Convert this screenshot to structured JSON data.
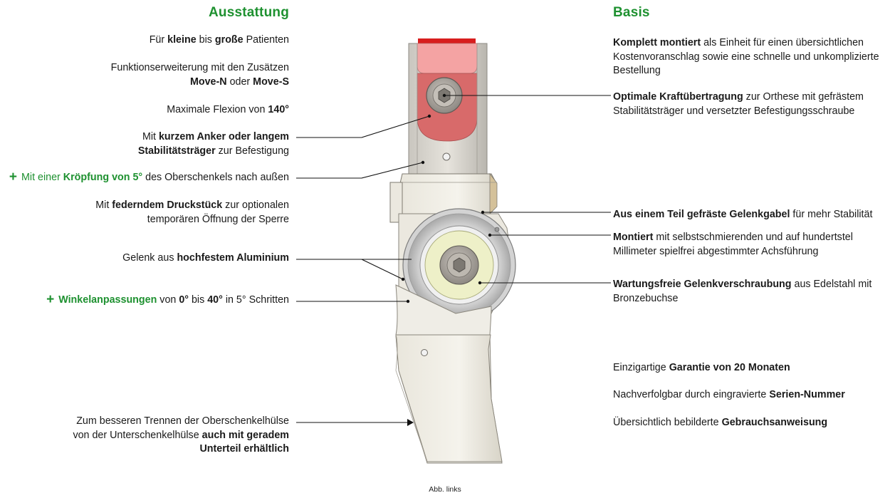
{
  "headings": {
    "left": "Ausstattung",
    "right": "Basis"
  },
  "left_annotations": [
    {
      "parts": [
        [
          "Für ",
          false
        ],
        [
          "kleine",
          true
        ],
        [
          " bis ",
          false
        ],
        [
          "große",
          true
        ],
        [
          " Patienten",
          false
        ]
      ]
    },
    {
      "parts": [
        [
          "Funktionserweiterung mit den Zusätzen ",
          false
        ],
        [
          "\n",
          false
        ],
        [
          "Move-N",
          true
        ],
        [
          " oder ",
          false
        ],
        [
          "Move-S",
          true
        ]
      ]
    },
    {
      "parts": [
        [
          "Maximale Flexion von ",
          false
        ],
        [
          "140°",
          true
        ]
      ]
    },
    {
      "parts": [
        [
          "Mit ",
          false
        ],
        [
          "kurzem Anker oder langem",
          true
        ],
        [
          "\n",
          false
        ],
        [
          "Stabilitätsträger",
          true
        ],
        [
          " zur Befestigung",
          false
        ]
      ]
    },
    {
      "plus": true,
      "parts": [
        [
          "Mit einer ",
          false,
          "green"
        ],
        [
          "Kröpfung von 5°",
          true,
          "green"
        ],
        [
          " des Oberschenkels nach außen",
          false
        ]
      ]
    },
    {
      "parts": [
        [
          "Mit ",
          false
        ],
        [
          "federndem Druckstück",
          true
        ],
        [
          " zur optionalen",
          false
        ],
        [
          "\n",
          false
        ],
        [
          "temporären Öffnung der Sperre",
          false
        ]
      ]
    },
    {
      "parts": [
        [
          "Gelenk aus ",
          false
        ],
        [
          "hochfestem Aluminium",
          true
        ]
      ]
    },
    {
      "plus": true,
      "parts": [
        [
          "Winkelanpassungen",
          true,
          "green"
        ],
        [
          " von ",
          false
        ],
        [
          "0°",
          true
        ],
        [
          " bis ",
          false
        ],
        [
          "40°",
          true
        ],
        [
          " in 5° Schritten",
          false
        ]
      ]
    },
    {
      "parts": [
        [
          "Zum besseren Trennen der Oberschenkelhülse",
          false
        ],
        [
          "\n",
          false
        ],
        [
          "von der Unterschenkelhülse ",
          false
        ],
        [
          "auch mit geradem",
          true
        ],
        [
          "\n",
          false
        ],
        [
          "Unterteil erhältlich",
          true
        ]
      ]
    }
  ],
  "right_annotations": [
    {
      "parts": [
        [
          "Komplett montiert",
          true
        ],
        [
          " als Einheit für einen übersichtlichen",
          false
        ],
        [
          "\n",
          false
        ],
        [
          "Kostenvoranschlag sowie eine schnelle und unkomplizierte",
          false
        ],
        [
          "\n",
          false
        ],
        [
          "Bestellung",
          false
        ]
      ]
    },
    {
      "parts": [
        [
          "Optimale Kraftübertragung",
          true
        ],
        [
          " zur Orthese mit gefrästem",
          false
        ],
        [
          "\n",
          false
        ],
        [
          "Stabilitätsträger und versetzter Befestigungsschraube",
          false
        ]
      ]
    },
    {
      "parts": [
        [
          "Aus einem Teil gefräste Gelenkgabel",
          true
        ],
        [
          " für mehr Stabilität",
          false
        ]
      ]
    },
    {
      "parts": [
        [
          "Montiert",
          true
        ],
        [
          " mit selbstschmierenden und auf hundertstel",
          false
        ],
        [
          "\n",
          false
        ],
        [
          "Millimeter spielfrei abgestimmter Achsführung",
          false
        ]
      ]
    },
    {
      "parts": [
        [
          "Wartungsfreie Gelenkverschraubung",
          true
        ],
        [
          " aus Edelstahl mit",
          false
        ],
        [
          "\n",
          false
        ],
        [
          "Bronzebuchse",
          false
        ]
      ]
    },
    {
      "parts": [
        [
          "Einzigartige ",
          false
        ],
        [
          "Garantie von 20 Monaten",
          true
        ]
      ]
    },
    {
      "parts": [
        [
          "Nachverfolgbar durch eingravierte ",
          false
        ],
        [
          "Serien-Nummer",
          true
        ]
      ]
    },
    {
      "parts": [
        [
          "Übersichtlich bebilderte ",
          false
        ],
        [
          "Gebrauchsanweisung",
          true
        ]
      ]
    }
  ],
  "caption": "Abb. links",
  "colors": {
    "accent_green": "#1e9130",
    "red_top": "#d81e1e",
    "pink_anchor": "#f4a3a3",
    "red_anchor": "#d86a6a",
    "axis_yellow": "#eef0c8"
  },
  "icons": {
    "plus": "plus-icon",
    "screw": "hex-screw-icon"
  }
}
